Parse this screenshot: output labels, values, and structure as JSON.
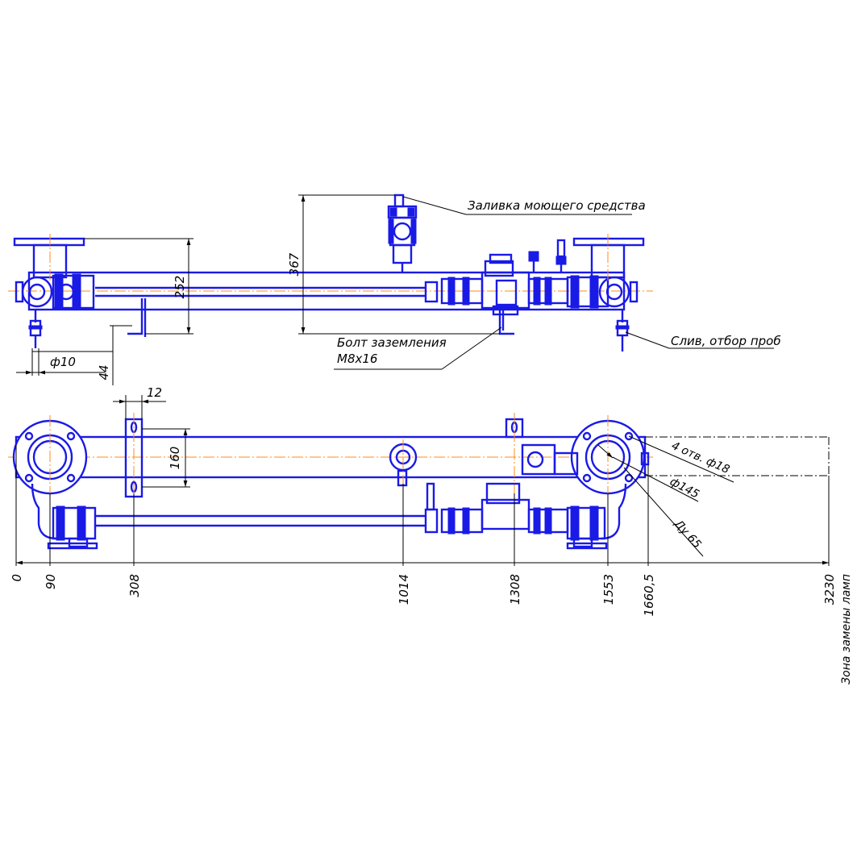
{
  "colors": {
    "outline": "#1a1ae6",
    "dimension": "#000000",
    "centerline": "#ff8c1a"
  },
  "top_view": {
    "label_cleaning_fill": "Заливка моющего средства",
    "label_ground_bolt_1": "Болт заземления",
    "label_ground_bolt_2": "М8х16",
    "label_drain": "Слив, отбор проб",
    "dim_height_252": "252",
    "dim_height_367": "367",
    "dim_dia_10": "ф10",
    "dim_44": "44"
  },
  "plan_view": {
    "dim_12": "12",
    "dim_160": "160",
    "dim_holes": "4 отв. ф18",
    "dim_dia_145": "ф145",
    "dim_dn65": "Ду 65",
    "baseline_marks": [
      "0",
      "90",
      "308",
      "1014",
      "1308",
      "1553",
      "1660,5",
      "3230"
    ],
    "lamp_zone": "Зона замены ламп"
  }
}
